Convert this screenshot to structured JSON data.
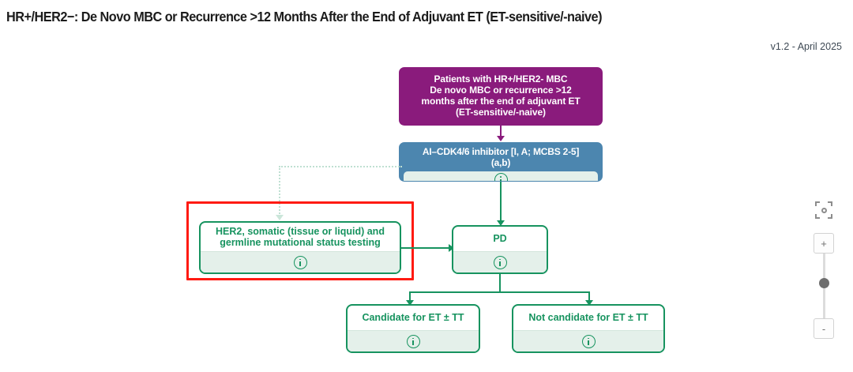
{
  "header": {
    "title": "HR+/HER2−: De Novo MBC or Recurrence >12 Months After the End of Adjuvant ET (ET-sensitive/-naive)",
    "version": "v1.2 - April 2025"
  },
  "colors": {
    "purple": "#8a1b7c",
    "blue": "#4c86af",
    "green": "#17935f",
    "green_light": "#e4f0ea",
    "selection_red": "#ff1a12",
    "dotted_edge": "#bfe0d2"
  },
  "diagram": {
    "type": "clinical-treatment-flowchart",
    "nodes": [
      {
        "id": "patients",
        "kind": "entry",
        "color": "purple",
        "lines": [
          "Patients with HR+/HER2- MBC",
          "De novo MBC or recurrence >12",
          "months after the end of adjuvant ET",
          "(ET-sensitive/-naive)"
        ],
        "has_info": false
      },
      {
        "id": "ai-cdk46",
        "kind": "treatment",
        "color": "blue",
        "lines": [
          "AI–CDK4/6 inhibitor [I, A; MCBS 2-5]",
          "(a,b)"
        ],
        "has_info": true,
        "info_icon": "info-circle-icon"
      },
      {
        "id": "her2-testing",
        "kind": "test",
        "color": "green",
        "selected": true,
        "lines": [
          "HER2, somatic (tissue or liquid) and",
          "germline mutational status testing"
        ],
        "has_info": true,
        "info_icon": "info-circle-icon"
      },
      {
        "id": "pd",
        "kind": "outcome",
        "color": "green",
        "lines": [
          "PD"
        ],
        "has_info": true,
        "info_icon": "info-circle-icon"
      },
      {
        "id": "candidate",
        "kind": "outcome",
        "color": "green",
        "lines": [
          "Candidate for ET ± TT"
        ],
        "has_info": true,
        "info_icon": "info-circle-icon"
      },
      {
        "id": "not-candidate",
        "kind": "outcome",
        "color": "green",
        "lines": [
          "Not candidate for ET ± TT"
        ],
        "has_info": true,
        "info_icon": "info-circle-icon"
      }
    ],
    "edges": [
      {
        "from": "patients",
        "to": "ai-cdk46",
        "style": "solid",
        "color": "purple"
      },
      {
        "from": "ai-cdk46",
        "to": "pd",
        "style": "solid",
        "color": "green"
      },
      {
        "from": "ai-cdk46",
        "to": "her2-testing",
        "style": "dotted",
        "color": "green-faded"
      },
      {
        "from": "her2-testing",
        "to": "pd",
        "style": "solid",
        "color": "green"
      },
      {
        "from": "pd",
        "to": "candidate",
        "style": "solid",
        "color": "green"
      },
      {
        "from": "pd",
        "to": "not-candidate",
        "style": "solid",
        "color": "green"
      }
    ]
  },
  "zoom_controls": {
    "fit_label": "fit-to-screen-icon",
    "zoom_in_label": "+",
    "zoom_out_label": "-",
    "slider_position_percent": 46
  }
}
